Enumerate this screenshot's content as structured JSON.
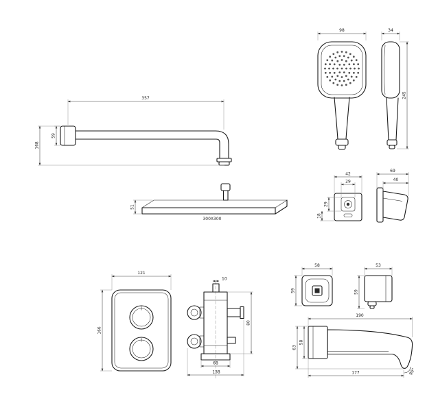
{
  "colors": {
    "line": "#1a1a1a",
    "dim": "#3a3a3a",
    "background": "#ffffff"
  },
  "drawings": {
    "shower_arm": {
      "length": "357",
      "flange": "59",
      "drop": "168"
    },
    "hand_shower": {
      "width": "98",
      "depth": "34",
      "height": "245"
    },
    "head": {
      "thickness": "51",
      "size": "300X300"
    },
    "elbow_front": {
      "outer_width": "42",
      "inner_width": "29",
      "inner_height": "29",
      "depth": "18"
    },
    "holder": {
      "depth": "69",
      "width": "40"
    },
    "plate": {
      "width": "121",
      "height": "166"
    },
    "valve": {
      "stub": "10",
      "height": "80",
      "base_width": "68",
      "total_width": "138"
    },
    "escutcheon": {
      "width": "58",
      "height": "59"
    },
    "outlet": {
      "width": "53",
      "height": "59"
    },
    "spout": {
      "length": "190",
      "height_total": "63",
      "height_body": "58",
      "bottom_length": "177",
      "angle": "90°"
    }
  }
}
